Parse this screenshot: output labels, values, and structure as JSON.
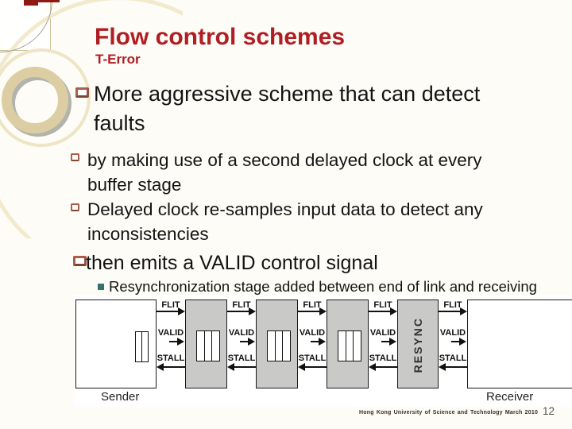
{
  "slide": {
    "title": "Flow control schemes",
    "subtitle": "T-Error",
    "footer": "Hong Kong University of Science and Technology  March 2010",
    "page_number": "12"
  },
  "content": {
    "bullets": [
      {
        "level": 1,
        "lines": [
          "More aggressive scheme that can detect",
          "faults"
        ]
      },
      {
        "level": 2,
        "lines": [
          "by making use of a second delayed clock at every",
          "buffer stage"
        ]
      },
      {
        "level": 2,
        "lines": [
          "Delayed clock re-samples input data to detect any",
          "inconsistencies"
        ]
      },
      {
        "level": 1,
        "lines": [
          "then emits a VALID control signal"
        ]
      },
      {
        "level": 3,
        "lines": [
          "Resynchronization stage added between end of link and receiving"
        ]
      }
    ]
  },
  "diagram": {
    "sender_label": "Sender",
    "receiver_label": "Receiver",
    "resync_label": "RESYNC",
    "signal_labels": {
      "flit": "FLIT",
      "valid": "VALID",
      "stall": "STALL"
    },
    "buffer_stage_count": 3
  },
  "colors": {
    "title_red": "#b01e24",
    "bullet_brown": "#aa5f4b",
    "sub_bullet_teal": "#35726f",
    "box_gray": "#c9c9c7",
    "ring_tan": "#dccea2",
    "accent_dark_red": "#8e1a15"
  }
}
